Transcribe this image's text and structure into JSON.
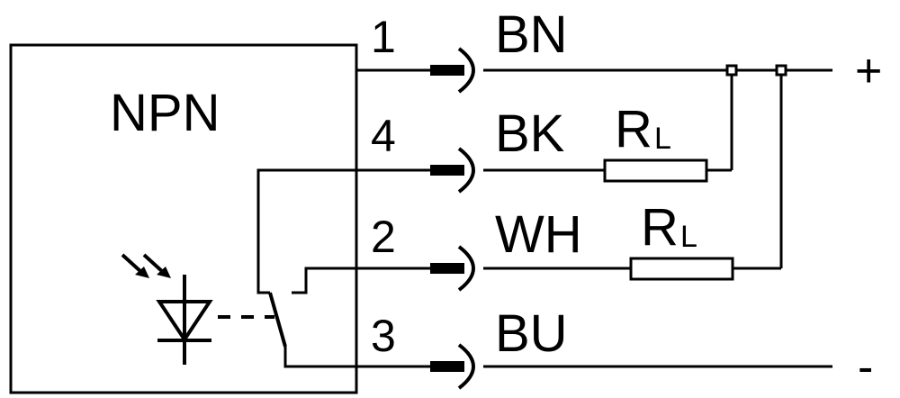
{
  "device": {
    "type_label": "NPN"
  },
  "pins": [
    {
      "number": "1",
      "wire": "BN"
    },
    {
      "number": "4",
      "wire": "BK"
    },
    {
      "number": "2",
      "wire": "WH"
    },
    {
      "number": "3",
      "wire": "BU"
    }
  ],
  "loads": [
    {
      "letter": "R",
      "subscript": "L"
    },
    {
      "letter": "R",
      "subscript": "L"
    }
  ],
  "supply": {
    "positive": "+",
    "negative": "-"
  },
  "colors": {
    "line": "#000000",
    "background": "#ffffff"
  }
}
